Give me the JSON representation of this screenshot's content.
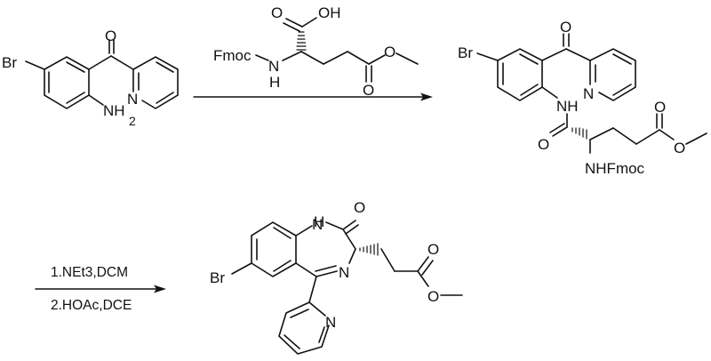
{
  "scheme": {
    "type": "reaction-scheme",
    "step1": {
      "starting_material": {
        "name": "(2-amino-5-bromophenyl)(pyridin-2-yl)methanone",
        "labels": {
          "br": "Br",
          "o": "O",
          "n": "N",
          "nh2": "NH",
          "nh2_sub": "2"
        }
      },
      "reagent": {
        "name": "Fmoc-Glu(OMe)-OH",
        "labels": {
          "o": "O",
          "oh": "OH",
          "fmoc": "Fmoc",
          "n": "N",
          "h": "H",
          "ester_o": "O",
          "carbonyl_o": "O"
        }
      },
      "product": {
        "name": "Fmoc-Glu(OMe) amide intermediate",
        "labels": {
          "br": "Br",
          "o": "O",
          "n": "N",
          "nh": "NH",
          "amide_o": "O",
          "nhfmoc": "NHFmoc",
          "ester_o": "O",
          "carbonyl_o": "O"
        }
      }
    },
    "step2": {
      "conditions": [
        "1.NEt3,DCM",
        "2.HOAc,DCE"
      ],
      "product": {
        "name": "methyl 3-(7-bromo-2-oxo-5-(pyridin-2-yl)-2,3-dihydro-1H-benzo[e][1,4]diazepin-3-yl)propanoate",
        "labels": {
          "br": "Br",
          "h": "H",
          "n1": "N",
          "o": "O",
          "n4": "N",
          "py_n": "N",
          "ester_o": "O",
          "carbonyl_o": "O"
        }
      }
    },
    "colors": {
      "ink": "#111111",
      "background": "#ffffff"
    }
  }
}
